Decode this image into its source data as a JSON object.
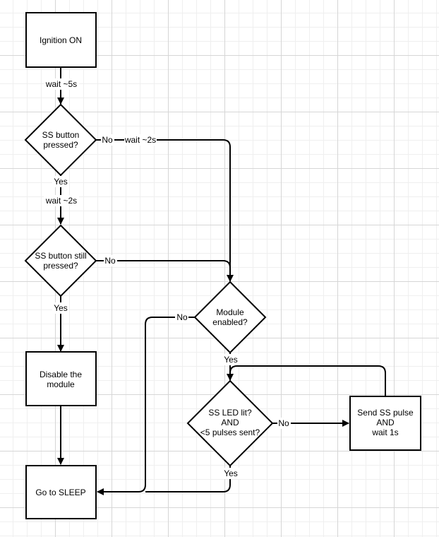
{
  "nodes": {
    "ignition": "Ignition ON",
    "ss_button": [
      "SS button",
      "pressed?"
    ],
    "ss_button_still": [
      "SS button still",
      "pressed?"
    ],
    "disable": [
      "Disable the",
      "module"
    ],
    "sleep": "Go to SLEEP",
    "module_enabled": [
      "Module",
      "enabled?"
    ],
    "led_check": [
      "SS LED lit?",
      "AND",
      "<5 pulses sent?"
    ],
    "send_pulse": [
      "Send SS pulse",
      "AND",
      "wait 1s"
    ]
  },
  "labels": {
    "wait_5s": "wait ~5s",
    "btn_no": "No",
    "btn_no_wait": "wait ~2s",
    "btn_yes": "Yes",
    "btn_yes_wait": "wait ~2s",
    "still_no": "No",
    "still_yes": "Yes",
    "module_no": "No",
    "module_yes": "Yes",
    "led_no": "No",
    "led_yes": "Yes"
  }
}
